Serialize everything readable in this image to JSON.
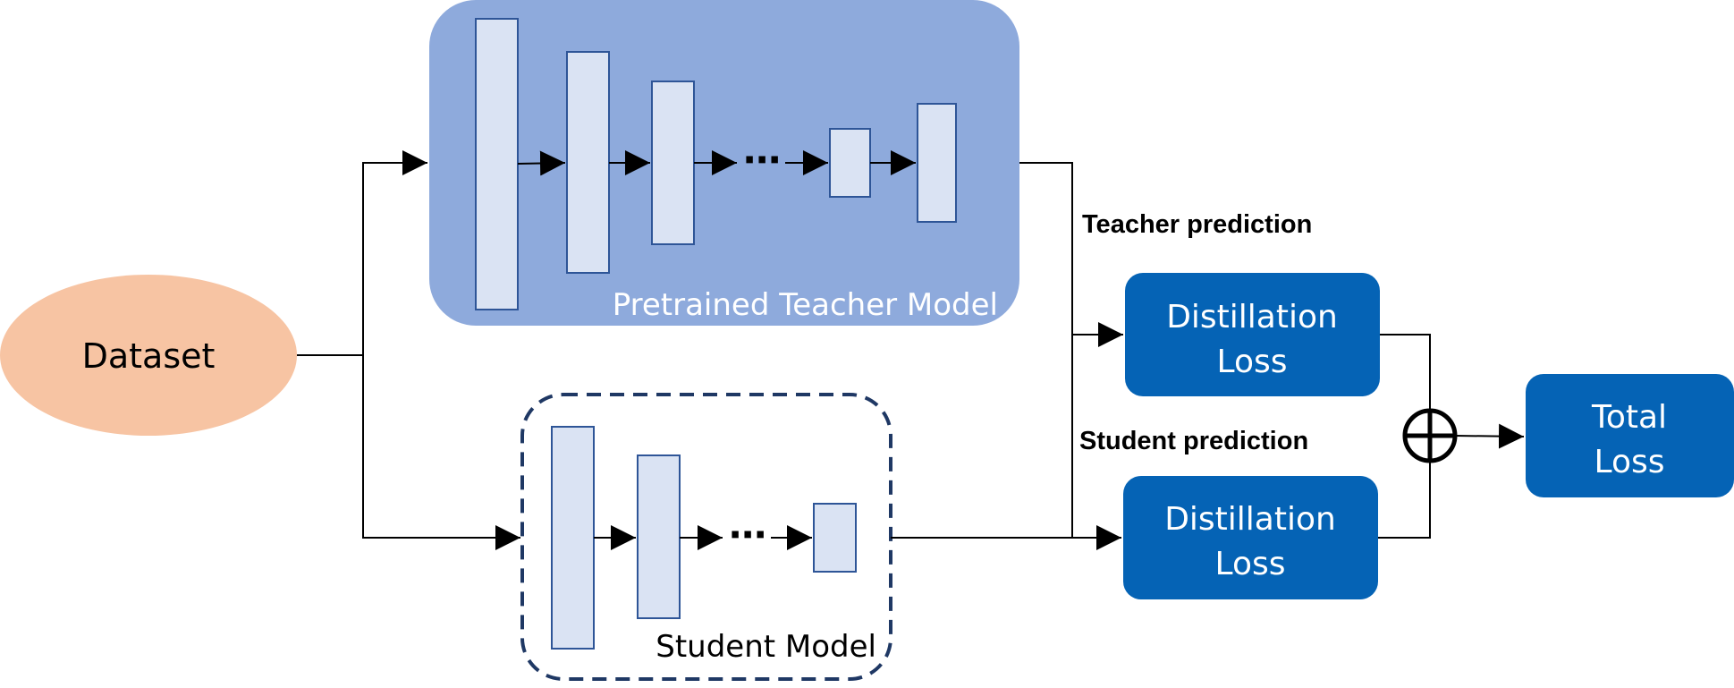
{
  "diagram": {
    "dataset_label": "Dataset",
    "teacher_model_label": "Pretrained Teacher Model",
    "student_model_label": "Student Model",
    "teacher_prediction_label": "Teacher prediction",
    "student_prediction_label": "Student prediction",
    "distillation_loss_top": [
      "Distillation",
      "Loss"
    ],
    "distillation_loss_bottom": [
      "Distillation",
      "Loss"
    ],
    "total_loss": [
      "Total",
      "Loss"
    ],
    "ellipsis": "⋯",
    "sum_symbol": "circle-plus"
  },
  "colors": {
    "dataset_fill": "#f7c4a3",
    "teacher_panel_fill": "#8eaadc",
    "layer_fill": "#dae3f3",
    "layer_stroke": "#2e5597",
    "student_border": "#1f3864",
    "loss_fill": "#0563b5",
    "arrow": "#000000",
    "white_text": "#ffffff"
  }
}
